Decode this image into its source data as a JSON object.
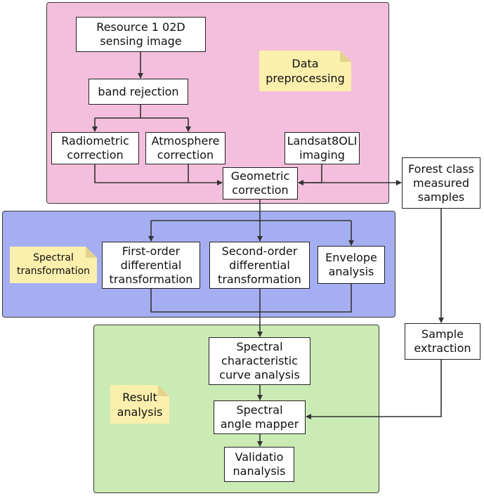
{
  "regions": {
    "preprocessing": "Data\npreprocessing",
    "spectral": "Spectral\ntransformation",
    "result": "Result\nanalysis"
  },
  "boxes": {
    "resource_image": "Resource 1 02D\nsensing image",
    "band_rejection": "band rejection",
    "radiometric": "Radiometric\ncorrection",
    "atmosphere": "Atmosphere\ncorrection",
    "landsat": "Landsat8OLI\nimaging",
    "geometric": "Geometric\ncorrection",
    "forest_samples": "Forest class\nmeasured\nsamples",
    "first_order": "First-order\ndifferential\ntransformation",
    "second_order": "Second-order\ndifferential\ntransformation",
    "envelope": "Envelope\nanalysis",
    "sample_extraction": "Sample\nextraction",
    "spectral_curve": "Spectral\ncharacteristic\ncurve analysis",
    "angle_mapper": "Spectral\nangle mapper",
    "validation": "Validatio\nnanalysis"
  },
  "colors": {
    "preprocessing_bg": "#f4bfdc",
    "spectral_bg": "#a6aef2",
    "result_bg": "#cbebb5",
    "note_bg": "#fbefad"
  }
}
